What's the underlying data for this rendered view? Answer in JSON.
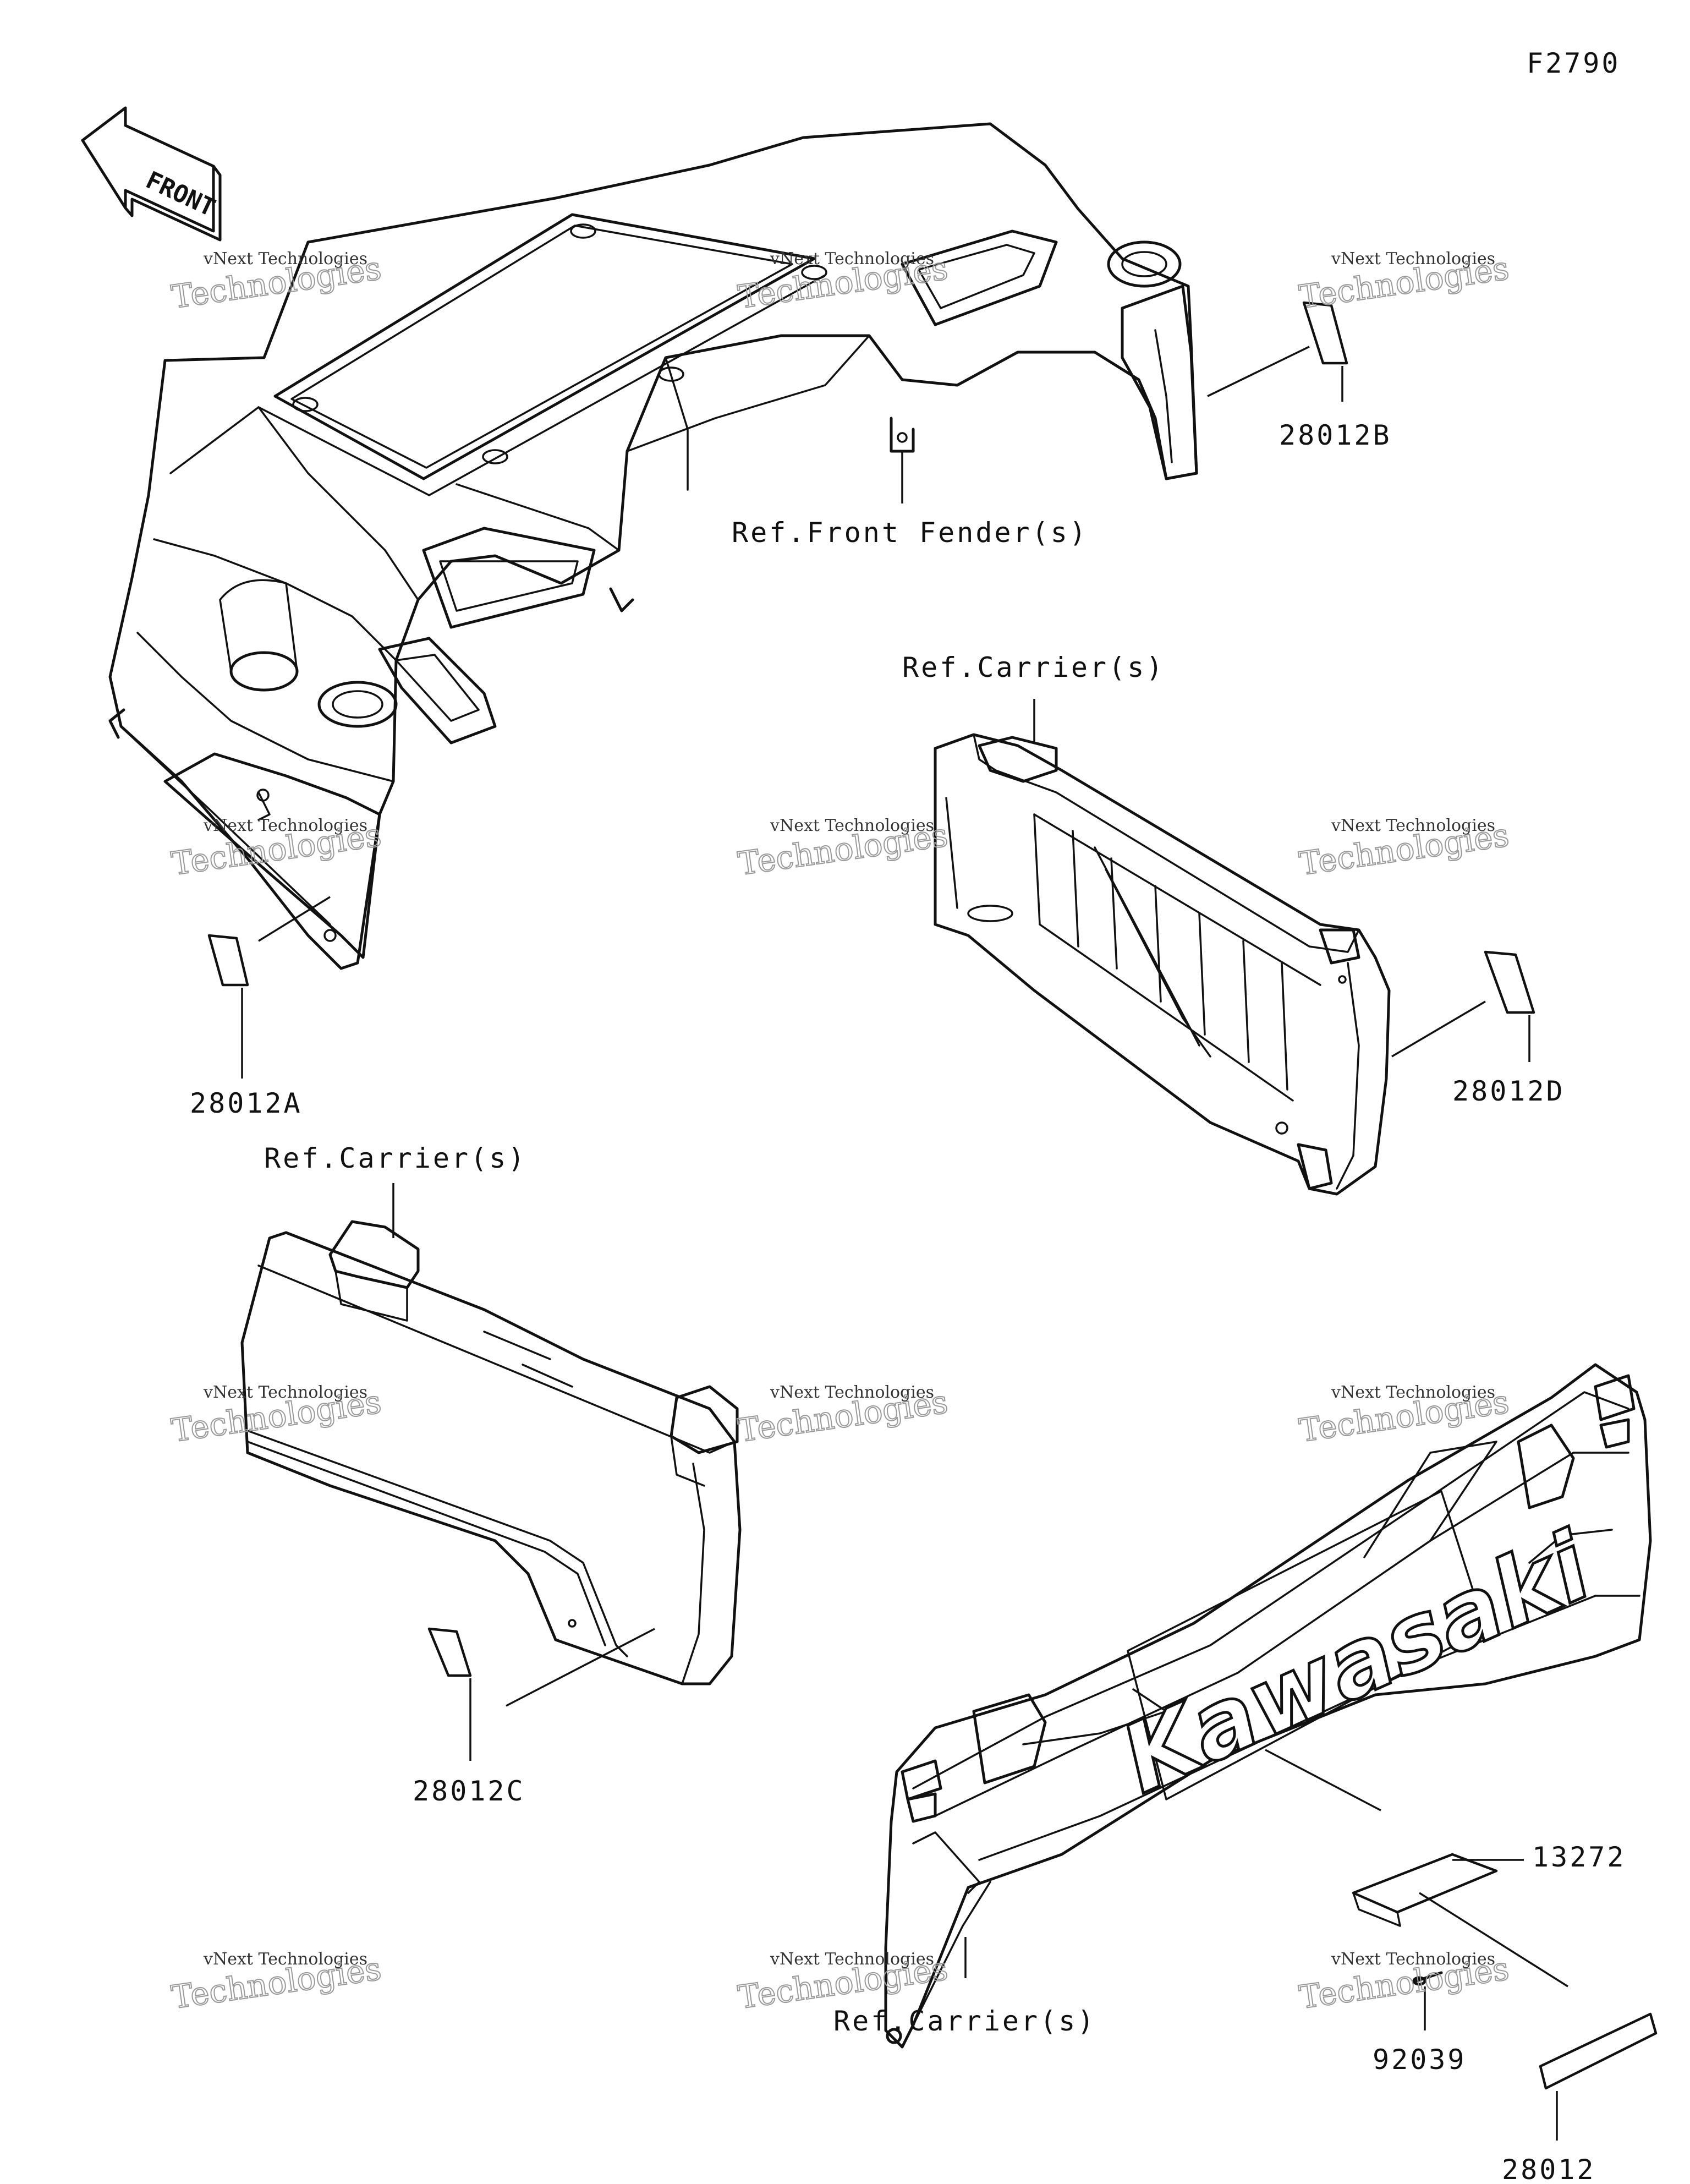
{
  "figure_code": "F2790",
  "direction_arrow": {
    "label": "FRONT",
    "icon": "front-arrow-icon"
  },
  "brand_mark": "Kawasaki",
  "watermark": {
    "line1": "vNext Technologies",
    "line2": "Technologies"
  },
  "callouts": {
    "ref_front_fender": "Ref.Front Fender(s)",
    "ref_carrier_mid": "Ref.Carrier(s)",
    "ref_carrier_left": "Ref.Carrier(s)",
    "ref_carrier_bottom": "Ref.Carrier(s)",
    "p28012A": "28012A",
    "p28012B": "28012B",
    "p28012C": "28012C",
    "p28012D": "28012D",
    "p28012": "28012",
    "p13272": "13272",
    "p92039": "92039"
  }
}
